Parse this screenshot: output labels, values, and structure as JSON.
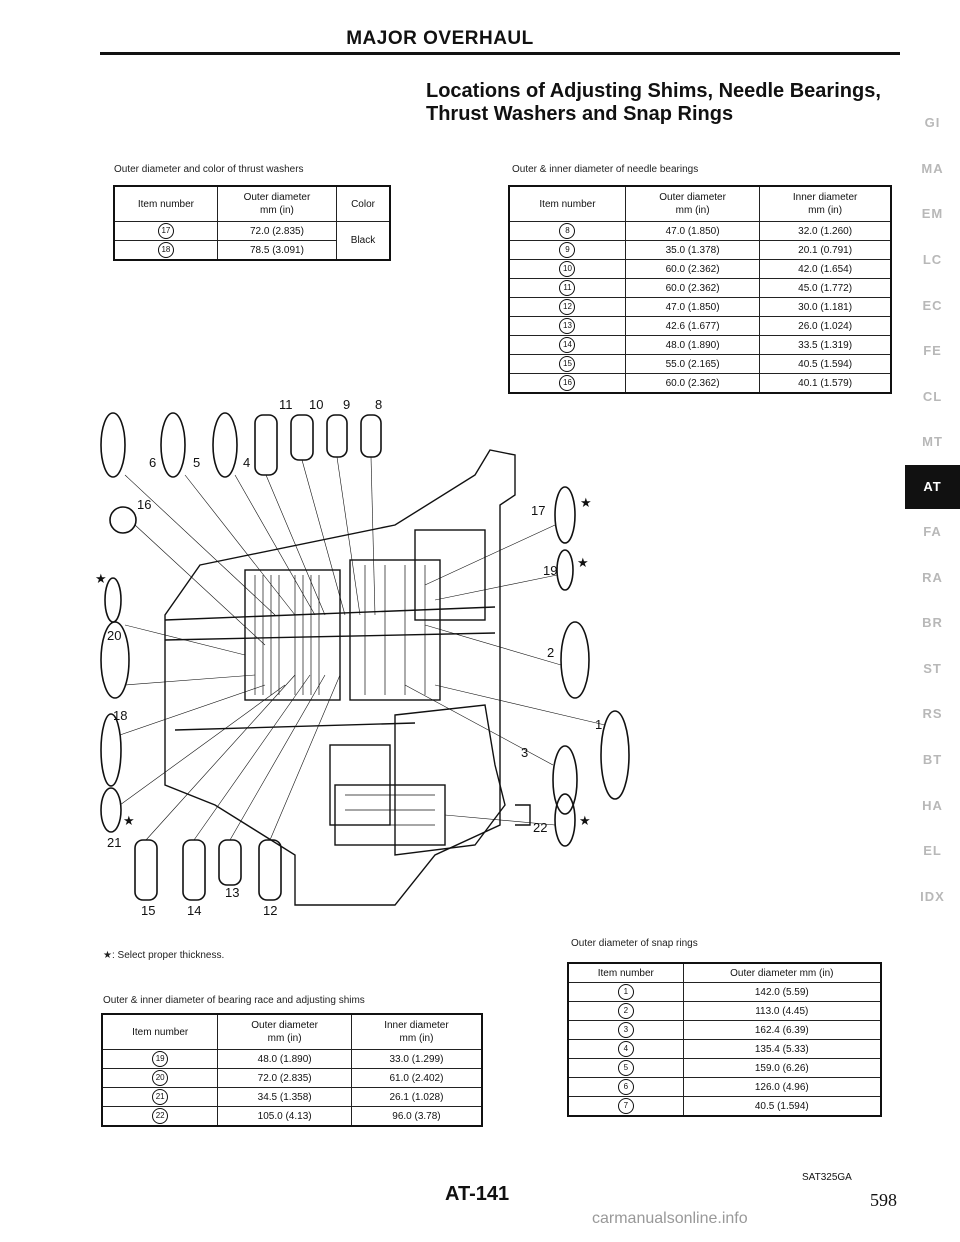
{
  "header": {
    "title": "MAJOR OVERHAUL"
  },
  "page_title": {
    "line1": "Locations of Adjusting Shims, Needle Bearings,",
    "line2": "Thrust Washers and Snap Rings"
  },
  "thrust_washers": {
    "caption": "Outer diameter and color of thrust washers",
    "headers": [
      "Item number",
      "Outer diameter",
      "mm (in)",
      "Color"
    ],
    "rows": [
      {
        "item": "17",
        "outer": "72.0 (2.835)"
      },
      {
        "item": "18",
        "outer": "78.5 (3.091)"
      }
    ],
    "color": "Black"
  },
  "needle_bearings": {
    "caption": "Outer & inner diameter of needle bearings",
    "headers": [
      "Item number",
      "Outer diameter",
      "mm (in)",
      "Inner diameter",
      "mm (in)"
    ],
    "rows": [
      {
        "item": "8",
        "outer": "47.0 (1.850)",
        "inner": "32.0 (1.260)"
      },
      {
        "item": "9",
        "outer": "35.0 (1.378)",
        "inner": "20.1 (0.791)"
      },
      {
        "item": "10",
        "outer": "60.0 (2.362)",
        "inner": "42.0 (1.654)"
      },
      {
        "item": "11",
        "outer": "60.0 (2.362)",
        "inner": "45.0 (1.772)"
      },
      {
        "item": "12",
        "outer": "47.0 (1.850)",
        "inner": "30.0 (1.181)"
      },
      {
        "item": "13",
        "outer": "42.6 (1.677)",
        "inner": "26.0 (1.024)"
      },
      {
        "item": "14",
        "outer": "48.0 (1.890)",
        "inner": "33.5 (1.319)"
      },
      {
        "item": "15",
        "outer": "55.0 (2.165)",
        "inner": "40.5 (1.594)"
      },
      {
        "item": "16",
        "outer": "60.0 (2.362)",
        "inner": "40.1 (1.579)"
      }
    ]
  },
  "diagram": {
    "labels": {
      "n1": "1",
      "n2": "2",
      "n3": "3",
      "n4": "4",
      "n5": "5",
      "n6": "6",
      "n8": "8",
      "n9": "9",
      "n10": "10",
      "n11": "11",
      "n12": "12",
      "n13": "13",
      "n14": "14",
      "n15": "15",
      "n16": "16",
      "n17": "17",
      "n18": "18",
      "n19": "19",
      "n20": "20",
      "n21": "21",
      "n22": "22",
      "star": "★"
    }
  },
  "note": "★: Select proper thickness.",
  "bearing_races": {
    "caption": "Outer & inner diameter of bearing race and adjusting shims",
    "headers": [
      "Item number",
      "Outer diameter",
      "mm (in)",
      "Inner diameter",
      "mm (in)"
    ],
    "rows": [
      {
        "item": "19",
        "outer": "48.0 (1.890)",
        "inner": "33.0 (1.299)"
      },
      {
        "item": "20",
        "outer": "72.0 (2.835)",
        "inner": "61.0 (2.402)"
      },
      {
        "item": "21",
        "outer": "34.5 (1.358)",
        "inner": "26.1 (1.028)"
      },
      {
        "item": "22",
        "outer": "105.0 (4.13)",
        "inner": "96.0 (3.78)"
      }
    ]
  },
  "snap_rings": {
    "caption": "Outer diameter of snap rings",
    "headers": [
      "Item number",
      "Outer diameter mm (in)"
    ],
    "rows": [
      {
        "item": "1",
        "outer": "142.0 (5.59)"
      },
      {
        "item": "2",
        "outer": "113.0 (4.45)"
      },
      {
        "item": "3",
        "outer": "162.4 (6.39)"
      },
      {
        "item": "4",
        "outer": "135.4 (5.33)"
      },
      {
        "item": "5",
        "outer": "159.0 (6.26)"
      },
      {
        "item": "6",
        "outer": "126.0 (4.96)"
      },
      {
        "item": "7",
        "outer": "40.5 (1.594)"
      }
    ]
  },
  "side_tabs": [
    "GI",
    "MA",
    "EM",
    "LC",
    "EC",
    "FE",
    "CL",
    "MT",
    "AT",
    "FA",
    "RA",
    "BR",
    "ST",
    "RS",
    "BT",
    "HA",
    "EL",
    "IDX"
  ],
  "active_tab": "AT",
  "footer": {
    "figure_code": "SAT325GA",
    "page_code": "AT-141",
    "page_number": "598",
    "watermark": "carmanualsonline.info"
  }
}
